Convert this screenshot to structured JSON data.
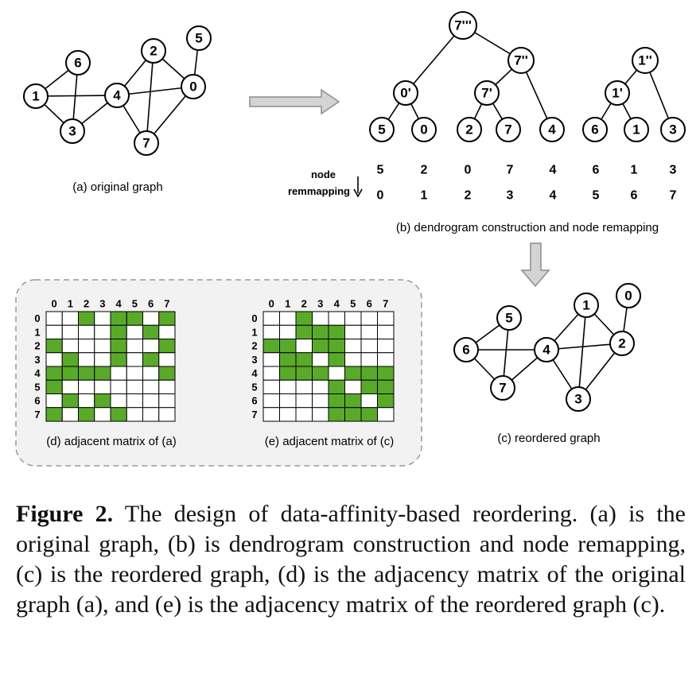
{
  "figure": {
    "panel_a": {
      "caption": "(a) original graph",
      "nodes": [
        {
          "id": "n1",
          "label": "1"
        },
        {
          "id": "n6",
          "label": "6"
        },
        {
          "id": "n3",
          "label": "3"
        },
        {
          "id": "n4",
          "label": "4"
        },
        {
          "id": "n2",
          "label": "2"
        },
        {
          "id": "n7",
          "label": "7"
        },
        {
          "id": "n0",
          "label": "0"
        },
        {
          "id": "n5",
          "label": "5"
        }
      ]
    },
    "panel_b": {
      "caption": "(b) dendrogram construction and node remapping",
      "tree_nodes": {
        "root": "7'''",
        "mid": "7''",
        "left": "0'",
        "inner": "7'",
        "right_root": "1''",
        "right_inner": "1'"
      },
      "leaves": [
        "5",
        "0",
        "2",
        "7",
        "4",
        "6",
        "1",
        "3"
      ],
      "remap_label_line1": "node",
      "remap_label_line2": "remmapping",
      "remap_from": [
        "5",
        "2",
        "0",
        "7",
        "4",
        "6",
        "1",
        "3"
      ],
      "remap_to": [
        "0",
        "1",
        "2",
        "3",
        "4",
        "5",
        "6",
        "7"
      ]
    },
    "panel_c": {
      "caption": "(c) reordered graph",
      "nodes": [
        {
          "id": "c6",
          "label": "6"
        },
        {
          "id": "c5",
          "label": "5"
        },
        {
          "id": "c7",
          "label": "7"
        },
        {
          "id": "c4",
          "label": "4"
        },
        {
          "id": "c1",
          "label": "1"
        },
        {
          "id": "c3",
          "label": "3"
        },
        {
          "id": "c2",
          "label": "2"
        },
        {
          "id": "c0",
          "label": "0"
        }
      ]
    },
    "panel_d": {
      "caption": "(d) adjacent matrix of (a)",
      "row_labels": [
        "0",
        "1",
        "2",
        "3",
        "4",
        "5",
        "6",
        "7"
      ],
      "col_labels": [
        "0",
        "1",
        "2",
        "3",
        "4",
        "5",
        "6",
        "7"
      ],
      "matrix": [
        [
          0,
          0,
          1,
          0,
          1,
          1,
          0,
          1
        ],
        [
          0,
          0,
          0,
          0,
          1,
          0,
          1,
          0
        ],
        [
          1,
          0,
          0,
          0,
          1,
          0,
          0,
          1
        ],
        [
          0,
          1,
          0,
          0,
          1,
          0,
          1,
          0
        ],
        [
          1,
          1,
          1,
          1,
          0,
          0,
          0,
          1
        ],
        [
          1,
          0,
          0,
          0,
          0,
          0,
          0,
          0
        ],
        [
          0,
          1,
          0,
          1,
          0,
          0,
          0,
          0
        ],
        [
          1,
          0,
          1,
          0,
          1,
          0,
          0,
          0
        ]
      ]
    },
    "panel_e": {
      "caption": "(e) adjacent matrix of (c)",
      "row_labels": [
        "0",
        "1",
        "2",
        "3",
        "4",
        "5",
        "6",
        "7"
      ],
      "col_labels": [
        "0",
        "1",
        "2",
        "3",
        "4",
        "5",
        "6",
        "7"
      ],
      "matrix": [
        [
          0,
          0,
          1,
          0,
          0,
          0,
          0,
          0
        ],
        [
          0,
          0,
          1,
          1,
          1,
          0,
          0,
          0
        ],
        [
          1,
          1,
          0,
          1,
          1,
          0,
          0,
          0
        ],
        [
          0,
          1,
          1,
          0,
          1,
          0,
          0,
          0
        ],
        [
          0,
          1,
          1,
          1,
          0,
          1,
          1,
          1
        ],
        [
          0,
          0,
          0,
          0,
          1,
          0,
          1,
          1
        ],
        [
          0,
          0,
          0,
          0,
          1,
          1,
          0,
          1
        ],
        [
          0,
          0,
          0,
          0,
          1,
          1,
          1,
          0
        ]
      ]
    },
    "colors": {
      "filled_cell": "#5aaa2a",
      "arrow_fill": "#d4d4d4",
      "arrow_stroke": "#8c8c8c",
      "panel_background": "#f2f2f2",
      "panel_border": "#9a9a9a"
    }
  },
  "caption": {
    "label": "Figure 2.",
    "text": " The design of data-affinity-based reordering. (a) is the original graph, (b) is dendrogram construction and node remapping, (c) is the reordered graph, (d) is the adjacency matrix of the original graph (a), and (e) is the adjacency matrix of the reordered graph (c)."
  }
}
